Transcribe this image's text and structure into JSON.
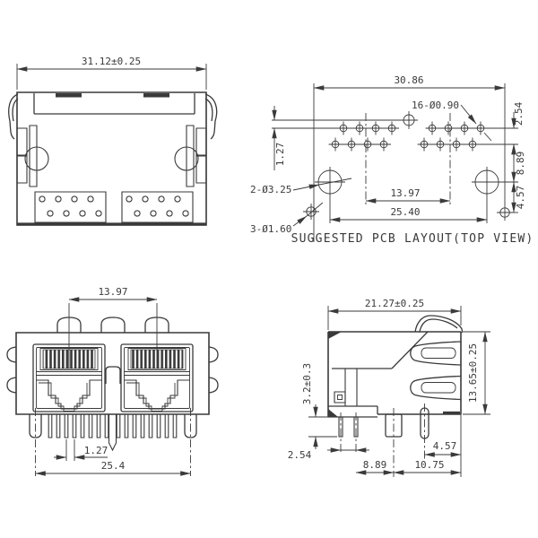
{
  "page": {
    "background_color": "#ffffff",
    "line_color": "#3a3a3a"
  },
  "views": {
    "top_view": {
      "dims": {
        "width": "31.12±0.25"
      }
    },
    "pcb_layout": {
      "caption": "SUGGESTED PCB LAYOUT(TOP VIEW)",
      "dims": {
        "width": "30.86",
        "pin_holes": "16-Ø0.90",
        "row_offset": "1.27",
        "row_pitch": "2.54",
        "row_to_mount": "8.89",
        "port_pitch": "13.97",
        "mount_span": "25.40",
        "mount_to_shield": "4.57",
        "mount_holes": "2-Ø3.25",
        "shield_holes": "3-Ø1.60"
      }
    },
    "front_view": {
      "dims": {
        "port_pitch": "13.97",
        "pin_pitch": "1.27",
        "span": "25.4"
      }
    },
    "side_view": {
      "dims": {
        "depth": "21.27±0.25",
        "height": "13.65±0.25",
        "pin_length": "3.2±0.3",
        "pin_pitch": "2.54",
        "pin_to_post": "8.89",
        "post_to_edge": "10.75",
        "peg_to_edge": "4.57"
      }
    }
  }
}
